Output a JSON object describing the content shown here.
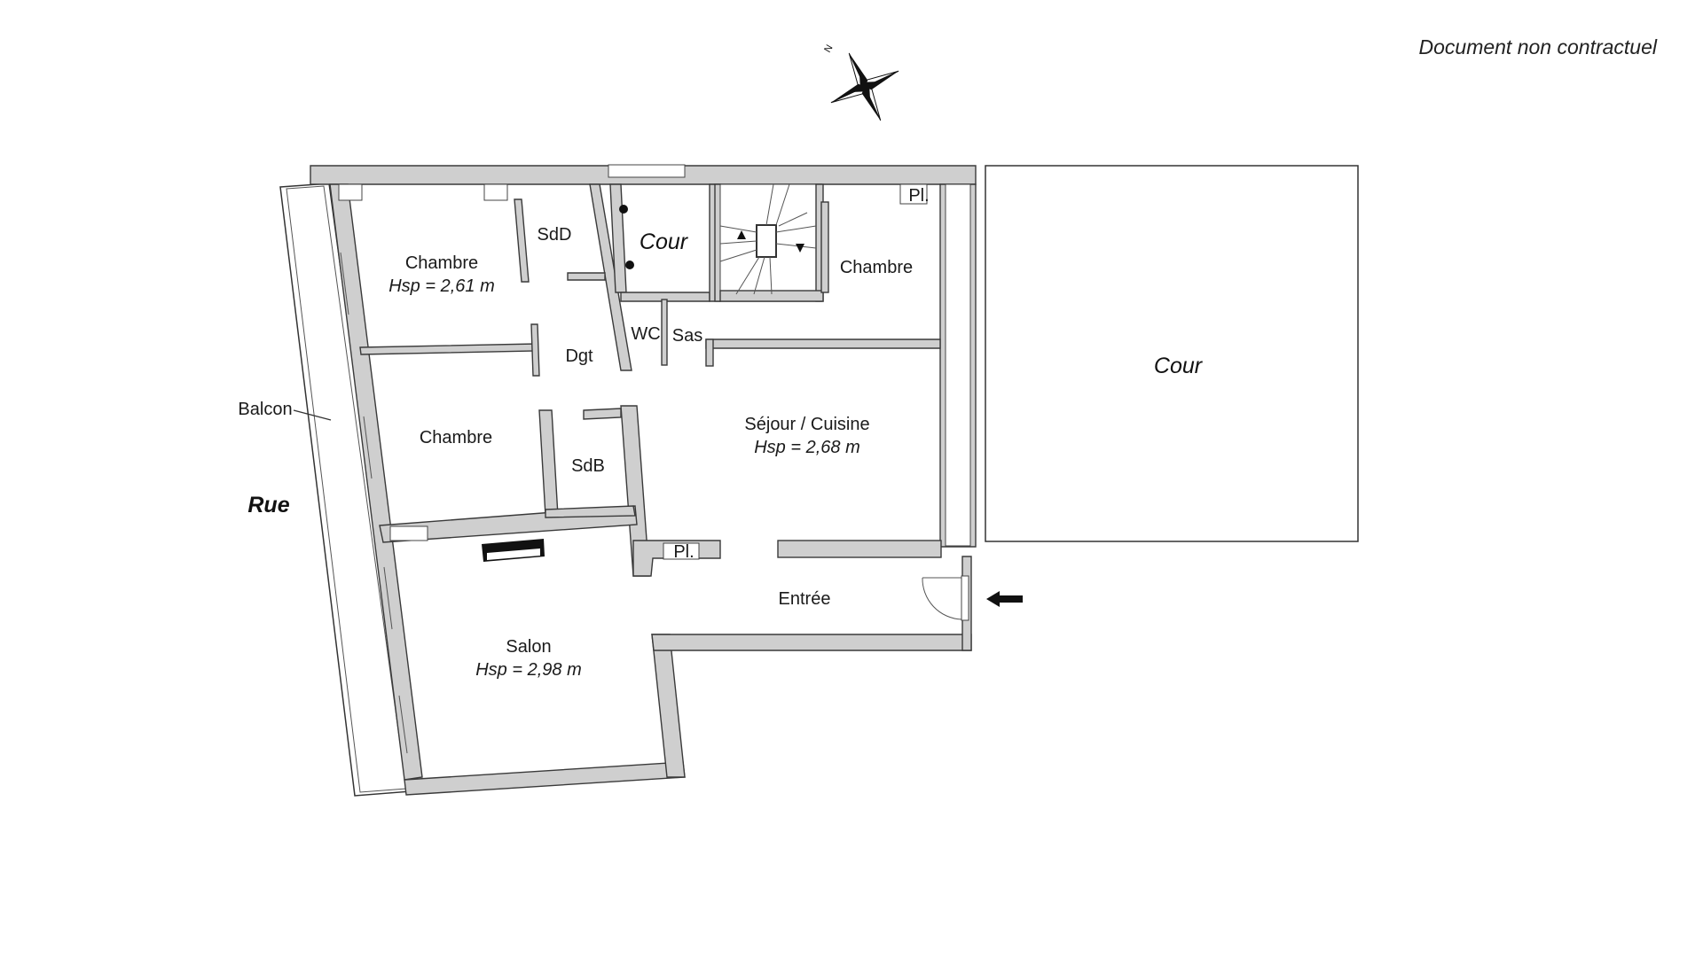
{
  "header": {
    "disclaimer": "Document non contractuel",
    "compass_label": "N",
    "compass_icon": "compass-rose-icon"
  },
  "rooms": {
    "chambre_1": {
      "name": "Chambre",
      "height": "Hsp = 2,61 m"
    },
    "sdd": {
      "name": "SdD"
    },
    "cour_small": {
      "name": "Cour"
    },
    "chambre_3": {
      "name": "Chambre"
    },
    "cour_large": {
      "name": "Cour"
    },
    "wc": {
      "name": "WC"
    },
    "sas": {
      "name": "Sas"
    },
    "dgt": {
      "name": "Dgt"
    },
    "chambre_2": {
      "name": "Chambre"
    },
    "sdb": {
      "name": "SdB"
    },
    "sejour": {
      "name": "Séjour / Cuisine",
      "height": "Hsp = 2,68 m"
    },
    "pl_top": {
      "name": "Pl."
    },
    "pl_bottom": {
      "name": "Pl."
    },
    "entree": {
      "name": "Entrée"
    },
    "salon": {
      "name": "Salon",
      "height": "Hsp = 2,98 m"
    },
    "balcon": {
      "name": "Balcon"
    },
    "rue": {
      "name": "Rue"
    }
  },
  "colors": {
    "wall_fill": "#cfcfcf",
    "wall_stroke": "#3a3a3a",
    "background": "#ffffff"
  }
}
